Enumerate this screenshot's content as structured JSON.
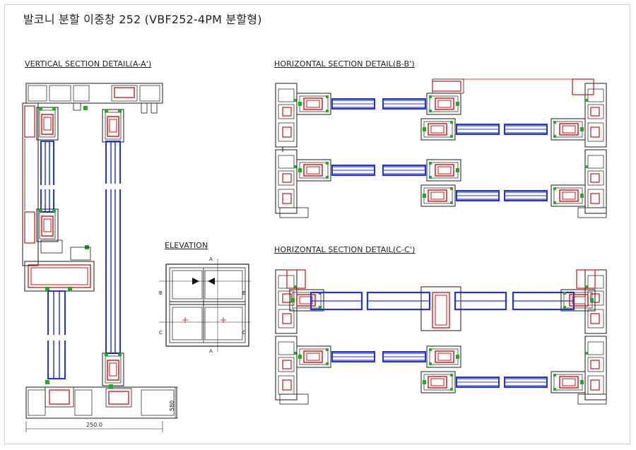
{
  "page": {
    "title": "발코니 분할 이중창 252 (VBF252-4PM 분할형)"
  },
  "sections": {
    "vertical": "VERTICAL SECTION DETAIL(A-A')",
    "horizontal_b": "HORIZONTAL SECTION DETAIL(B-B')",
    "horizontal_c": "HORIZONTAL SECTION DETAIL(C-C')",
    "elevation": "ELEVATION"
  },
  "dimensions": {
    "width": "250.0",
    "height": "580"
  },
  "elevation_marks": {
    "top": "A",
    "bottom": "A",
    "left_upper": "B",
    "right_upper": "B",
    "left_lower": "C",
    "right_lower": "C"
  },
  "colors": {
    "frame": "#1a1a1a",
    "reinforcement": "#cc1111",
    "glass": "#1f35e0",
    "gasket": "#22aa22"
  }
}
